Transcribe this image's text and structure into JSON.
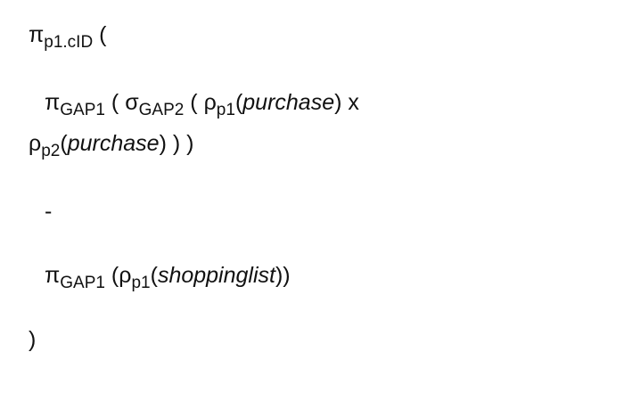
{
  "expr": {
    "line1": {
      "pi": "π",
      "pi_sub": "p1.cID",
      "open": "("
    },
    "line2": {
      "pi": "π",
      "pi_sub": "GAP1",
      "open1": "(",
      "sigma": "σ",
      "sigma_sub": "GAP2",
      "open2": "(",
      "rho": "ρ",
      "rho_sub": "p1",
      "rel_open": "(",
      "relation": "purchase",
      "rel_close": ")",
      "times": "x"
    },
    "line3": {
      "rho": "ρ",
      "rho_sub": "p2",
      "rel_open": "(",
      "relation": "purchase",
      "rel_close": ")",
      "close": ") )"
    },
    "line4": {
      "minus": "-"
    },
    "line5": {
      "pi": "π",
      "pi_sub": "GAP1",
      "open": "(",
      "rho": "ρ",
      "rho_sub": "p1",
      "rel_open": "(",
      "relation": "shoppinglist",
      "rel_close": "))"
    },
    "line6": {
      "close": ")"
    }
  }
}
